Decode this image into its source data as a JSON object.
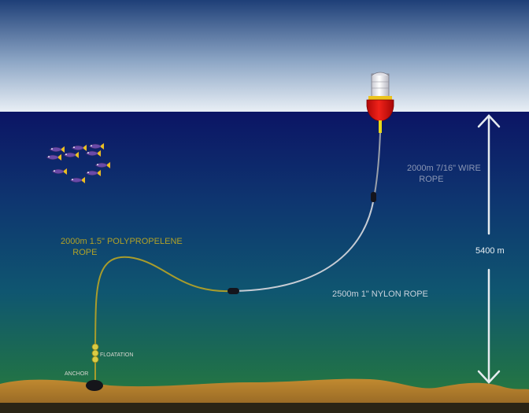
{
  "labels": {
    "wire_rope": "2000m 7/16\" WIRE\n     ROPE",
    "poly_rope": "2000m 1.5\" POLYPROPELENE\n     ROPE",
    "nylon_rope": "2500m 1\" NYLON ROPE",
    "depth": "5400 m",
    "floatation": "FLOATATION",
    "anchor": "ANCHOR"
  },
  "colors": {
    "sky_top": "#1e3f77",
    "sky_bottom": "#eaf0f6",
    "ocean_top": "#0c1565",
    "ocean_mid": "#104f76",
    "ocean_bottom": "#2c7d3a",
    "seafloor": "#b07d2a",
    "buoy_hull": "#d8120e",
    "buoy_dome": "#e6e6ea",
    "wire_rope": "#c6ccd4",
    "poly_rope": "#a89c2c",
    "floats": "#d8cc44",
    "fish": "#6a4aa8"
  },
  "icons": {
    "buoy": "surface-buoy-icon",
    "fish": "fish-icon",
    "anchor": "anchor-weight-icon",
    "floats": "floatation-balls-icon",
    "arrow": "double-arrow-icon"
  }
}
